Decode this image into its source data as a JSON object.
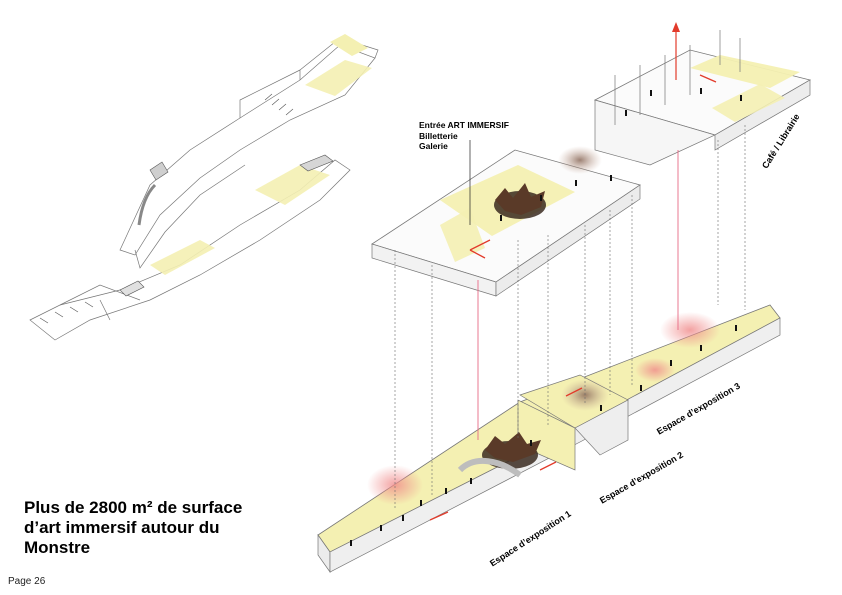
{
  "headline": {
    "line1": "Plus de 2800 m² de surface",
    "line2": "d’art immersif autour du",
    "line3": "Monstre"
  },
  "page_label": "Page 26",
  "entry": {
    "title": "Entrée ART IMMERSIF",
    "billetterie": "Billetterie",
    "galerie": "Galerie"
  },
  "spaces": {
    "expo1": "Espace d’exposition 1",
    "expo2": "Espace d’exposition 2",
    "expo3": "Espace d’exposition 3",
    "cafe": "Café / Librairie"
  },
  "colors": {
    "floor_highlight": "#f4f0b2",
    "line": "#6a6a6a",
    "arrow": "#e23b2b",
    "pink_line": "#e86a86",
    "glow": "#f0a0a0"
  }
}
